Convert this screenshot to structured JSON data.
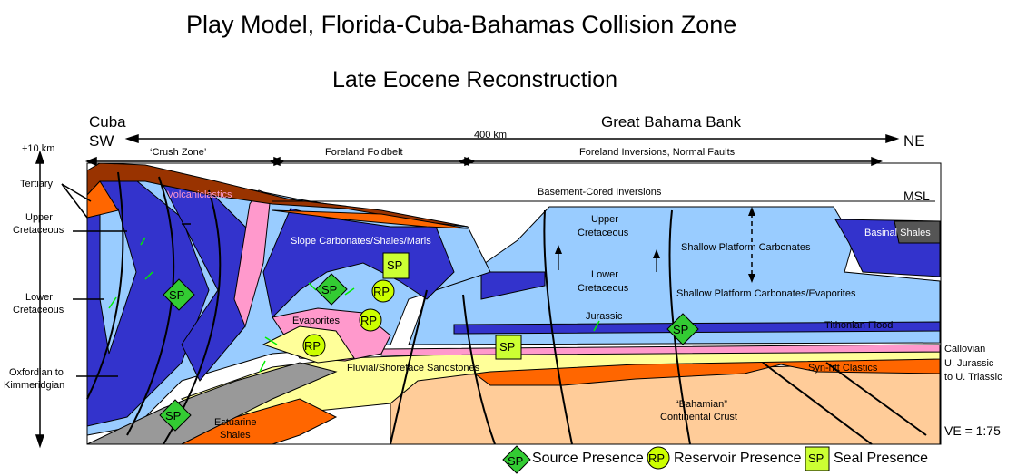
{
  "title": "Play Model, Florida-Cuba-Bahamas Collision Zone",
  "subtitle": "Late Eocene Reconstruction",
  "regions": {
    "left_name": "Cuba",
    "left_dir": "SW",
    "right_name": "Great Bahama Bank",
    "right_dir": "NE"
  },
  "scale": {
    "distance": "400 km",
    "vertical_top": "+10 km",
    "vertical_exaggeration": "VE = 1:75"
  },
  "zones": [
    "‘Crush Zone’",
    "Foreland Foldbelt",
    "Foreland Inversions, Normal Faults"
  ],
  "left_labels": {
    "tertiary": "Tertiary",
    "upper_cretaceous": [
      "Upper",
      "Cretaceous"
    ],
    "lower_cretaceous": [
      "Lower",
      "Cretaceous"
    ],
    "oxfordian": [
      "Oxfordian  to",
      "Kimmeridgian"
    ]
  },
  "right_labels": {
    "msl": "MSL",
    "basinal_shales": "Basinal Shales",
    "callovian": "Callovian",
    "u_jurassic": [
      "U. Jurassic",
      "to U. Triassic"
    ]
  },
  "section_labels": {
    "volcaniclastics": "Volcaniclastics",
    "basement_inversions": "Basement-Cored Inversions",
    "slope": "Slope Carbonates/Shales/Marls",
    "evaporites": "Evaporites",
    "fluvial": "Fluvial/Shoreface  Sandstones",
    "estuarine": [
      "Estuarine",
      "Shales"
    ],
    "upper_cret_platform": [
      "Upper",
      "Cretaceous"
    ],
    "lower_cret_platform": [
      "Lower",
      "Cretaceous"
    ],
    "shallow_carbonates": "Shallow Platform Carbonates",
    "shallow_evaporites": "Shallow Platform Carbonates/Evaporites",
    "jurassic": "Jurassic",
    "tithonian": "Tithonian Flood",
    "synrift": "Syn-rift  Clastics",
    "bahamian": [
      "“Bahamian”",
      "Continental Crust"
    ]
  },
  "markers": {
    "sp": "SP",
    "rp": "RP"
  },
  "legend": {
    "source": "Source Presence",
    "reservoir": "Reservoir Presence",
    "seal": "Seal Presence"
  },
  "colors": {
    "light_blue": "#99ccff",
    "dark_blue": "#3333cc",
    "navy": "#000099",
    "orange": "#ff6600",
    "brown": "#993300",
    "pink": "#ff99cc",
    "yellow": "#ffff99",
    "tan": "#ffcc99",
    "gray": "#999999",
    "green": "#33cc33",
    "seal_yellow": "#ccff33"
  }
}
